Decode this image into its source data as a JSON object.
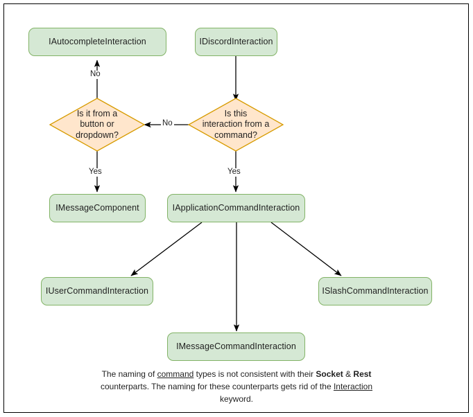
{
  "diagram": {
    "title": "Discord interaction type hierarchy flowchart",
    "colors": {
      "node_fill": "#d5e8d4",
      "node_stroke": "#82b366",
      "decision_fill": "#ffe6cc",
      "decision_stroke": "#d79b00",
      "edge_stroke": "#000000",
      "frame_stroke": "#000000",
      "background": "#ffffff",
      "text": "#1f1f1f"
    },
    "nodes": [
      {
        "id": "autocomplete",
        "label": "IAutocompleteInteraction",
        "shape": "rounded-rect"
      },
      {
        "id": "discord",
        "label": "IDiscordInteraction",
        "shape": "rounded-rect"
      },
      {
        "id": "message_component",
        "label": "IMessageComponent",
        "shape": "rounded-rect"
      },
      {
        "id": "app_command",
        "label": "IApplicationCommandInteraction",
        "shape": "rounded-rect"
      },
      {
        "id": "user_command",
        "label": "IUserCommandInteraction",
        "shape": "rounded-rect"
      },
      {
        "id": "slash_command",
        "label": "ISlashCommandInteraction",
        "shape": "rounded-rect"
      },
      {
        "id": "message_command",
        "label": "IMessageCommandInteraction",
        "shape": "rounded-rect"
      }
    ],
    "decisions": [
      {
        "id": "d_button",
        "line1": "Is it from a",
        "line2": "button or",
        "line3": "dropdown?"
      },
      {
        "id": "d_command",
        "line1": "Is this",
        "line2": "interaction from a",
        "line3": "command?"
      }
    ],
    "edges": [
      {
        "from": "d_button",
        "to": "autocomplete",
        "label": "No"
      },
      {
        "from": "discord",
        "to": "d_command",
        "label": ""
      },
      {
        "from": "d_command",
        "to": "d_button",
        "label": "No"
      },
      {
        "from": "d_button",
        "to": "message_component",
        "label": "Yes"
      },
      {
        "from": "d_command",
        "to": "app_command",
        "label": "Yes"
      },
      {
        "from": "app_command",
        "to": "user_command",
        "label": ""
      },
      {
        "from": "app_command",
        "to": "message_command",
        "label": ""
      },
      {
        "from": "app_command",
        "to": "slash_command",
        "label": ""
      }
    ],
    "caption": {
      "part1": "The naming of ",
      "link1": "command",
      "part2": " types is not consistent with their ",
      "bold1": "Socket",
      "part3": " & ",
      "bold2": "Rest",
      "part4": " counterparts. The naming for these counterparts gets rid of the ",
      "link2": "Interaction",
      "part5": " keyword."
    }
  }
}
